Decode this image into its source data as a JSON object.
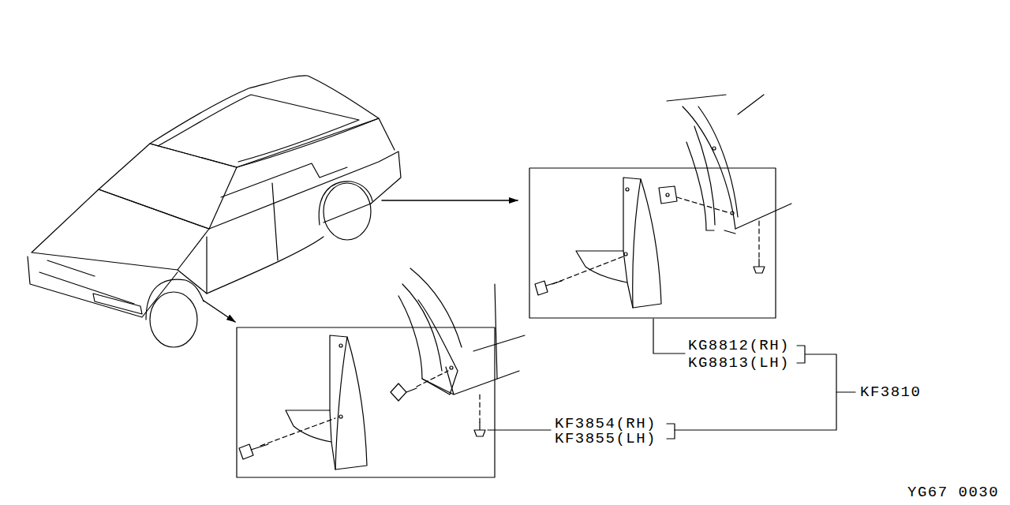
{
  "diagram": {
    "labels": [
      "KG8812(RH)",
      "KG8813(LH)",
      "KF3810",
      "KF3854(RH)",
      "KF3855(LH)",
      "YG67 0030"
    ]
  }
}
